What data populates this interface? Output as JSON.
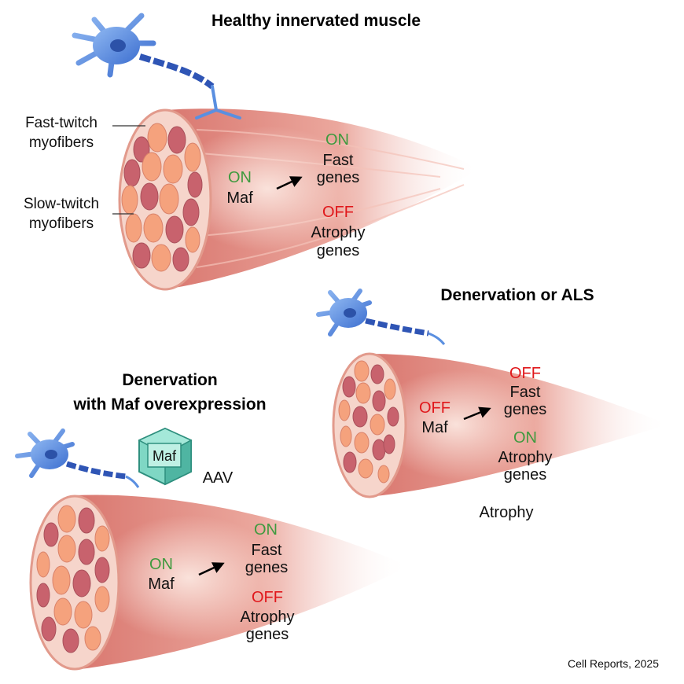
{
  "panels": {
    "healthy": {
      "title": "Healthy innervated muscle",
      "fast_label_1": "Fast-twitch",
      "fast_label_2": "myofibers",
      "slow_label_1": "Slow-twitch",
      "slow_label_2": "myofibers",
      "maf_state": "ON",
      "maf": "Maf",
      "fast_state": "ON",
      "fast_1": "Fast",
      "fast_2": "genes",
      "atrophy_state": "OFF",
      "atrophy_1": "Atrophy",
      "atrophy_2": "genes"
    },
    "denervation": {
      "title": "Denervation or ALS",
      "maf_state": "OFF",
      "maf": "Maf",
      "fast_state": "OFF",
      "fast_1": "Fast",
      "fast_2": "genes",
      "atrophy_state": "ON",
      "atrophy_1": "Atrophy",
      "atrophy_2": "genes",
      "outcome": "Atrophy"
    },
    "maf_overexpression": {
      "title_1": "Denervation",
      "title_2": "with Maf overexpression",
      "virus_label": "Maf",
      "virus_name": "AAV",
      "maf_state": "ON",
      "maf": "Maf",
      "fast_state": "ON",
      "fast_1": "Fast",
      "fast_2": "genes",
      "atrophy_state": "OFF",
      "atrophy_1": "Atrophy",
      "atrophy_2": "genes"
    }
  },
  "credit": "Cell Reports, 2025",
  "colors": {
    "on": "#3f9a3f",
    "off": "#e0171b",
    "muscle": "#e8998e",
    "fast_fiber": "#f5a27d",
    "slow_fiber": "#c8626d",
    "neuron": "#5a8fe0"
  },
  "icons": [
    "neuron-icon",
    "muscle-bundle-icon",
    "aav-capsid-icon",
    "arrow-icon"
  ]
}
